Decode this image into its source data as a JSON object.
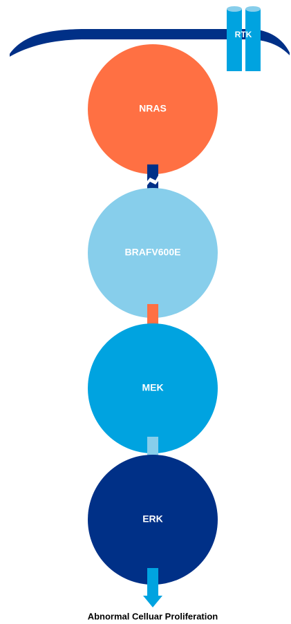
{
  "receptor": {
    "label": "RTK"
  },
  "nodes": [
    {
      "label": "NRAS",
      "color": "#FF7043"
    },
    {
      "label": "BRAFV600E",
      "color": "#87CEEB"
    },
    {
      "label": "MEK",
      "color": "#00A3E0"
    },
    {
      "label": "ERK",
      "color": "#003087"
    }
  ],
  "outcome": {
    "label": "Abnormal Celluar Proliferation"
  },
  "colors": {
    "membrane": "#003087",
    "receptor": "#00A3E0",
    "receptor_top": "#87CEEB",
    "arrow_1": "#003087",
    "arrow_2": "#FF7043",
    "arrow_3": "#87CEEB",
    "arrow_4": "#00A3E0"
  }
}
